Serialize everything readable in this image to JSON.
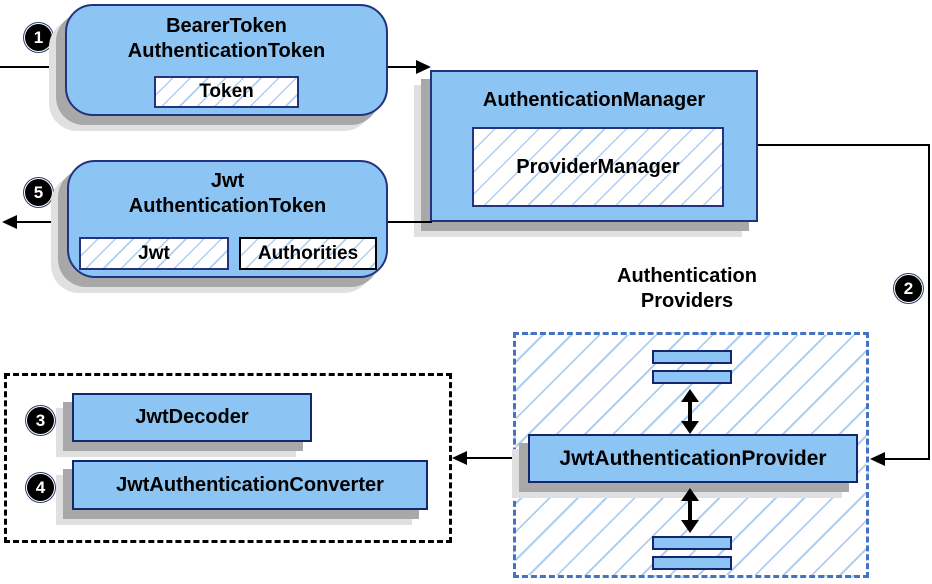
{
  "badges": {
    "step1": "1",
    "step2": "2",
    "step3": "3",
    "step4": "4",
    "step5": "5"
  },
  "nodes": {
    "bearer_token": {
      "line1": "BearerToken",
      "line2": "AuthenticationToken",
      "chip": "Token"
    },
    "authentication_manager": {
      "title": "AuthenticationManager",
      "chip": "ProviderManager"
    },
    "jwt_authentication_token": {
      "line1": "Jwt",
      "line2": "AuthenticationToken",
      "chip_jwt": "Jwt",
      "chip_authorities": "Authorities"
    },
    "providers_group": {
      "line1": "Authentication",
      "line2": "Providers"
    },
    "jwt_authentication_provider": {
      "title": "JwtAuthenticationProvider"
    },
    "jwt_decoder": {
      "title": "JwtDecoder"
    },
    "jwt_authentication_converter": {
      "title": "JwtAuthenticationConverter"
    }
  },
  "colors": {
    "node_fill": "#8cc5f3",
    "node_border": "#24337f",
    "hatch_line": "#aecff2",
    "providers_dash_border": "#4472c4",
    "converter_dash_border": "#000000",
    "shadow_dark": "#a8a8a8",
    "shadow_light": "#e0e0e0",
    "arrow": "#000000",
    "badge_background": "#000000",
    "badge_text": "#ffffff"
  }
}
